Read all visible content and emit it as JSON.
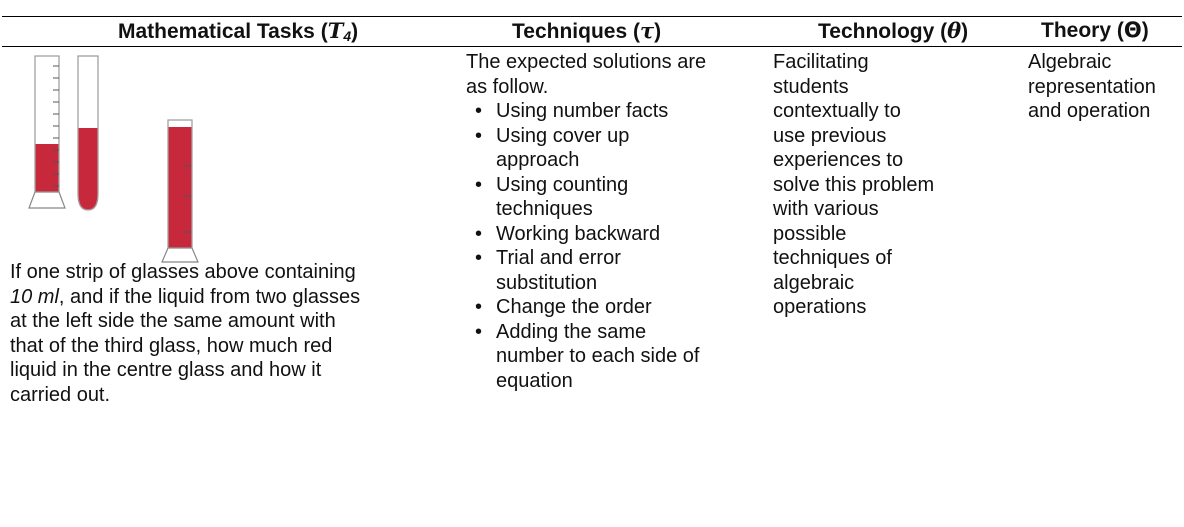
{
  "table": {
    "headers": {
      "tasks": {
        "text": "Mathematical Tasks (",
        "symbol": "T",
        "sub": "4",
        "close": ")"
      },
      "techniques": {
        "text": "Techniques (",
        "symbol": "τ",
        "close": ")"
      },
      "technology": {
        "text": "Technology (",
        "symbol": "θ",
        "close": ")"
      },
      "theory": {
        "text": "Theory (",
        "symbol": "Θ",
        "close": ")"
      }
    },
    "task": {
      "line1": "If one strip of glasses above containing",
      "line2_value": "10 ml",
      "line2_rest": ", and if the liquid from two glasses",
      "line3": "at the left side the same amount with",
      "line4": "that of the third glass, how much red",
      "line5": "liquid in the centre glass and how it",
      "line6": "carried out."
    },
    "techniques": {
      "intro1": "The expected solutions are",
      "intro2": "as follow.",
      "items": [
        [
          "Using number facts"
        ],
        [
          "Using cover up",
          "approach"
        ],
        [
          "Using counting",
          "techniques"
        ],
        [
          "Working backward"
        ],
        [
          "Trial and error",
          "substitution"
        ],
        [
          "Change the order"
        ],
        [
          "Adding the same",
          "number to each side of",
          "equation"
        ]
      ]
    },
    "technology": {
      "lines": [
        "Facilitating",
        "students",
        "contextually to",
        "use previous",
        "experiences to",
        "solve this problem",
        "with various",
        "possible",
        "techniques of",
        "algebraic",
        "operations"
      ]
    },
    "theory": {
      "lines": [
        "Algebraic",
        "representation",
        "and operation"
      ]
    }
  },
  "figure": {
    "liquid_color": "#c8283c"
  }
}
